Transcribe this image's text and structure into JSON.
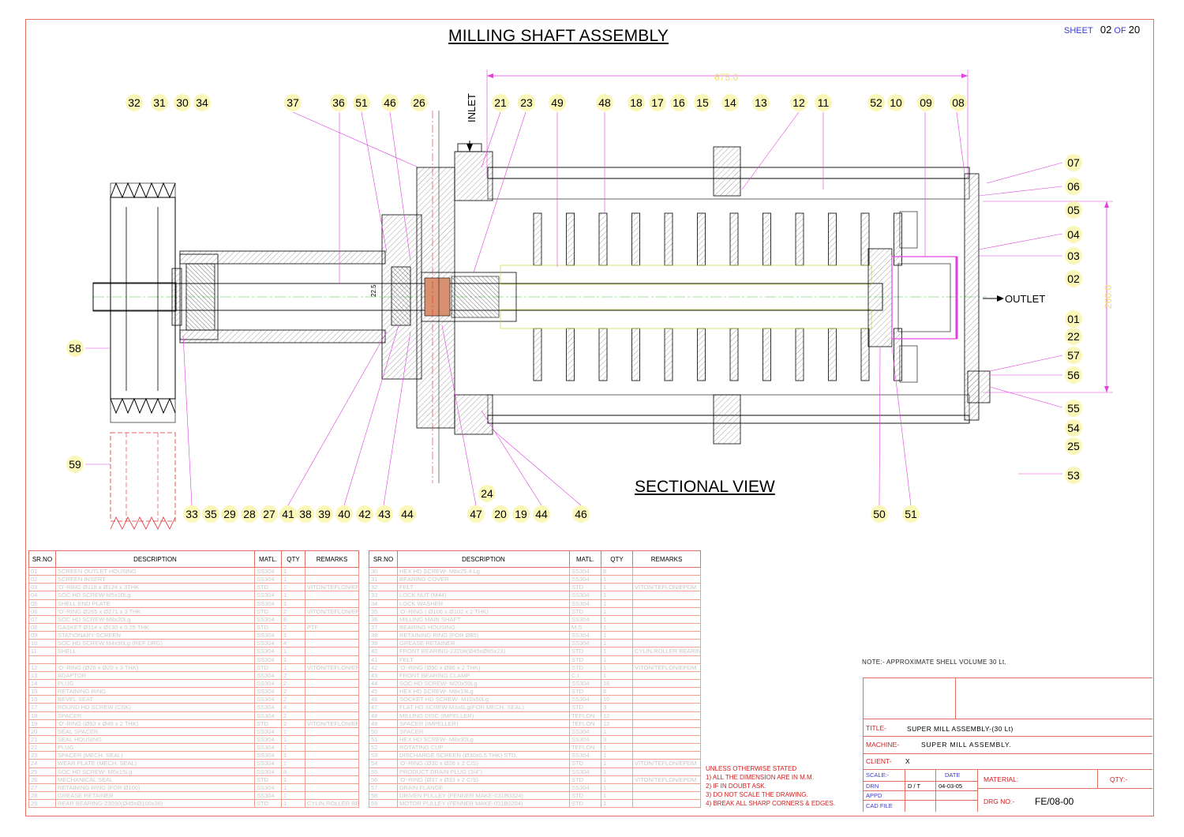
{
  "title": "MILLING SHAFT ASSEMBLY",
  "section_title": "SECTIONAL VIEW",
  "sheet": {
    "label": "SHEET",
    "number": "02",
    "of_label": "OF",
    "total": "20"
  },
  "dimensions": {
    "overall_length": "675.0",
    "shell_dia": "260.0",
    "bore": "22.5"
  },
  "flow_labels": {
    "inlet": "INLET",
    "outlet": "OUTLET"
  },
  "callouts_top": [
    "32",
    "31",
    "30",
    "34",
    "37",
    "36",
    "51",
    "46",
    "26",
    "21",
    "23",
    "49",
    "48",
    "18",
    "17",
    "16",
    "15",
    "14",
    "13",
    "12",
    "11",
    "52",
    "10",
    "09",
    "08"
  ],
  "callouts_bottom": [
    "33",
    "35",
    "29",
    "28",
    "27",
    "41",
    "38",
    "39",
    "40",
    "42",
    "43",
    "44",
    "47",
    "20",
    "19",
    "44",
    "46",
    "50",
    "51"
  ],
  "callouts_right": [
    "07",
    "06",
    "05",
    "04",
    "03",
    "02",
    "01",
    "22",
    "57",
    "56",
    "55",
    "54",
    "25",
    "53"
  ],
  "callouts_left": [
    "58",
    "59"
  ],
  "callout_extra": "24",
  "bom_headers": [
    "SR.NO",
    "DESCRIPTION",
    "MATL.",
    "QTY",
    "REMARKS"
  ],
  "bom_left": [
    [
      "01",
      "SCREEN OUTLET HOUSING",
      "SS304",
      "1",
      ""
    ],
    [
      "02",
      "SCREEN INSERT",
      "SS304",
      "1",
      ""
    ],
    [
      "03",
      "'O'-RING Ø118 x Ø124 x 3THK",
      "STD",
      "1",
      "VITON/TEFLON/EPDM"
    ],
    [
      "04",
      "SOC HD SCREW-M5x10Lg",
      "SS304",
      "1",
      ""
    ],
    [
      "05",
      "SHELL END PLATE",
      "SS304",
      "1",
      ""
    ],
    [
      "06",
      "'O'-RING Ø265 x Ø271 x 3 THK",
      "STD",
      "2",
      "VITON/TEFLON/EPDM"
    ],
    [
      "07",
      "SOC HD SCREW-M8x20Lg",
      "SS304",
      "8",
      ""
    ],
    [
      "08",
      "GASKET Ø114 x Ø130 x 0.25 THK",
      "STD",
      "2",
      "PTF"
    ],
    [
      "09",
      "STATIONARY SCREEN",
      "SS304",
      "1",
      ""
    ],
    [
      "10",
      "SOC HD SCREW M4x90Lg (REF DRG)",
      "SS304",
      "4",
      ""
    ],
    [
      "11",
      "SHELL",
      "SS304",
      "1",
      ""
    ],
    [
      "",
      "",
      "SS304",
      "1",
      ""
    ],
    [
      "12",
      "'O'-RING (Ø26 x Ø20 x 3 THK)",
      "STD",
      "1",
      "VITON/TEFLON/EPDM"
    ],
    [
      "13",
      "ADAPTOR",
      "SS304",
      "2",
      ""
    ],
    [
      "14",
      "PLUG",
      "SS304",
      "2",
      ""
    ],
    [
      "15",
      "RETAINING RING",
      "SS304",
      "2",
      ""
    ],
    [
      "16",
      "BEVEL SEAT",
      "SS304",
      "2",
      ""
    ],
    [
      "17",
      "ROUND HD SCREW (CSK)",
      "SS304",
      "4",
      ""
    ],
    [
      "18",
      "SPACER",
      "SS304",
      "2",
      ""
    ],
    [
      "19",
      "'O'-RING (Ø53 x Ø49 x 2 THK)",
      "STD",
      "2",
      "VITON/TEFLON/EPDM"
    ],
    [
      "20",
      "SEAL SPACER",
      "SS304",
      "1",
      ""
    ],
    [
      "21",
      "SEAL HOUSING",
      "SS304",
      "1",
      ""
    ],
    [
      "22",
      "PLUG",
      "SS304",
      "1",
      ""
    ],
    [
      "23",
      "SPACER (MECH. SEAL)",
      "SS304",
      "1",
      ""
    ],
    [
      "24",
      "WEAR PLATE (MECH. SEAL)",
      "SS304",
      "1",
      ""
    ],
    [
      "25",
      "SOC HD SCREW- M6x15Lg",
      "SS304",
      "8",
      ""
    ],
    [
      "26",
      "MECHANICAL SEAL",
      "STD",
      "1",
      ""
    ],
    [
      "27",
      "RETAINING RING (FOR Ø100)",
      "SS304",
      "1",
      ""
    ],
    [
      "28",
      "GREASE RETAINER",
      "SS304",
      "1",
      ""
    ],
    [
      "29",
      "REAR BEARING-23090(Ø45xØ100x36)",
      "STD",
      "1",
      "CYLIN.ROLLER BEARING"
    ]
  ],
  "bom_right": [
    [
      "30",
      "HEX HD SCREW- M8x25.4 Lg",
      "SS304",
      "8",
      ""
    ],
    [
      "31",
      "BEARING COVER",
      "SS304",
      "1",
      ""
    ],
    [
      "32",
      "FELT",
      "STD",
      "1",
      "VITON/TEFLON/EPDM"
    ],
    [
      "33",
      "LOCK NUT (M44)",
      "SS304",
      "1",
      ""
    ],
    [
      "34",
      "LOCK WASHER",
      "SS304",
      "1",
      ""
    ],
    [
      "35",
      "'O'-RING ( Ø106 x Ø102 x 2 THK)",
      "STD",
      "1",
      ""
    ],
    [
      "36",
      "MILLING MAIN SHAFT",
      "SS304",
      "1",
      ""
    ],
    [
      "37",
      "BEARING HOUSING",
      "M.S",
      "1",
      ""
    ],
    [
      "38",
      "RETAINING RING (FOR Ø85)",
      "SS304",
      "1",
      ""
    ],
    [
      "39",
      "GREASE RETAINER",
      "SS304",
      "1",
      ""
    ],
    [
      "40",
      "FRONT BEARING-23208(Ø45xØ85x23)",
      "STD",
      "1",
      "CYLIN.ROLLER BEARING"
    ],
    [
      "41",
      "FELT",
      "STD",
      "1",
      ""
    ],
    [
      "42",
      "'O'-RING (Ø90 x Ø86 x 2 THK)",
      "STD",
      "1",
      "VITON/TEFLON/EPDM"
    ],
    [
      "43",
      "FRONT BEARING CLAMP",
      "C.I",
      "1",
      ""
    ],
    [
      "44",
      "SOC HD SCREW- M20x50Lg",
      "SS304",
      "16",
      ""
    ],
    [
      "45",
      "HEX HD SCREW- M8x19Lg",
      "STD",
      "6",
      ""
    ],
    [
      "46",
      "SOCKET HD SCREW- M10x50Lg",
      "SS304",
      "10",
      ""
    ],
    [
      "47",
      "FLAT HD SCREW-M3x6Lg(FOR MECH. SEAL)",
      "STD",
      "3",
      ""
    ],
    [
      "48",
      "MILLING DISC (IMPELLER)",
      "TEFLON",
      "12",
      ""
    ],
    [
      "49",
      "SPACER (IMPELLER)",
      "TEFLON",
      "12",
      ""
    ],
    [
      "50",
      "SPACER",
      "SS304",
      "1",
      ""
    ],
    [
      "51",
      "HEX HD SCREW- M8x30Lg",
      "SS304",
      "3",
      ""
    ],
    [
      "52",
      "ROTATING CUP",
      "TEFLON",
      "1",
      ""
    ],
    [
      "53",
      "DISCHARGE SCREEN (Ø30x0.5 THK) STD.",
      "SS304",
      "1",
      ""
    ],
    [
      "54",
      "'O'-RING (Ø30 x Ø26 x 2 C/S)",
      "STD",
      "1",
      "VITON/TEFLON/EPDM"
    ],
    [
      "55",
      "PRODUCT DRAIN PLUG (3/4\")",
      "SS304",
      "1",
      ""
    ],
    [
      "56",
      "'O'-RING (Ø37 x Ø33 x 2 C/S)",
      "STD",
      "1",
      "VITON/TEFLON/EPDM"
    ],
    [
      "57",
      "DRAIN FLANGE",
      "SS304",
      "1",
      ""
    ],
    [
      "58",
      "DRIVEN PULLEY (FENNER MAKE-031B0324)",
      "STD",
      "1",
      ""
    ],
    [
      "59",
      "MOTOR PULLEY (FENNER MAKE-031B0204)",
      "STD",
      "1",
      ""
    ]
  ],
  "note": "NOTE:- APPROXIMATE SHELL VOLUME 30 Lt.",
  "general_notes": [
    "UNLESS OTHERWISE STATED",
    "1) ALL THE DIMENSION ARE IN M.M.",
    "2) IF IN DOUBT ASK.",
    "3) DO NOT SCALE THE DRAWING.",
    "4) BREAK ALL SHARP CORNERS & EDGES."
  ],
  "title_block": {
    "title_label": "TITLE-",
    "title_value": "SUPER MILL ASSEMBLY-(30 Lt)",
    "machine_label": "MACHINE-",
    "machine_value": "SUPER MILL ASSEMBLY.",
    "client_label": "CLIENT-",
    "client_value": "X",
    "scale_label": "SCALE:-",
    "drn_label": "DRN",
    "drn_value": "D / T",
    "date_label": "DATE",
    "date_value": "04-03-05",
    "appd_label": "APPD",
    "cad_label": "CAD FILE",
    "material_label": "MATERIAL:",
    "qty_label": "QTY:-",
    "drg_label": "DRG NO:-",
    "drg_value": "FE/08-00"
  },
  "colors": {
    "frame": "#e07060",
    "magenta": "#e040e0",
    "callout_fill": "#fbf7b8",
    "hatch": "#555555"
  }
}
